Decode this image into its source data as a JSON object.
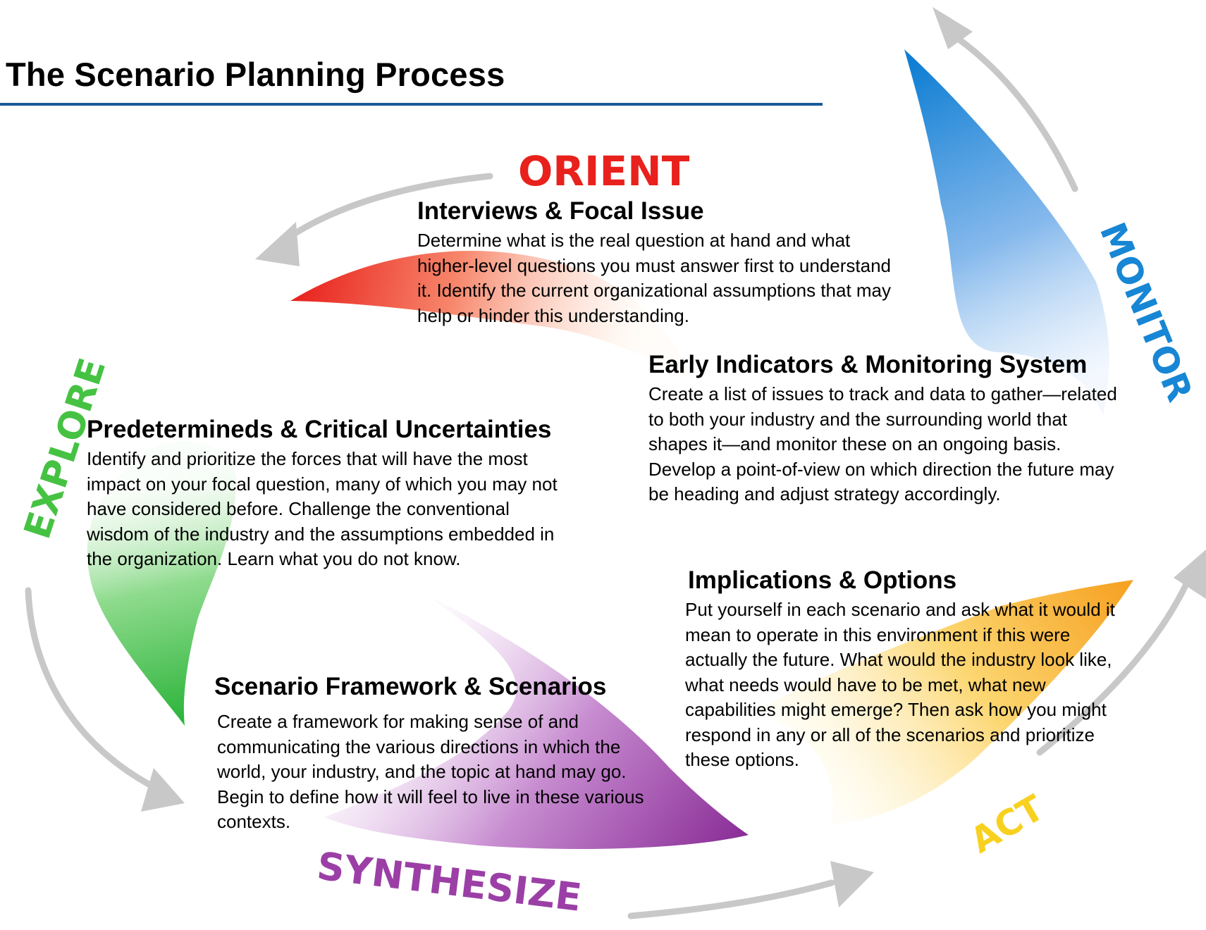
{
  "title": "The Scenario Planning Process",
  "colors": {
    "title_rule": "#1a5a9a",
    "orient": "#e8211c",
    "explore": "#46c243",
    "synthesize": "#9b3fa6",
    "act": "#f8d120",
    "monitor": "#1786d4",
    "arrow": "#c8c8c8"
  },
  "stages": {
    "orient": "ORIENT",
    "explore": "EXPLORE",
    "synthesize": "SYNTHESIZE",
    "act": "ACT",
    "monitor": "MONITOR"
  },
  "blocks": {
    "interviews": {
      "heading": "Interviews & Focal Issue",
      "body": "Determine what is the real question at hand and what higher-level questions you must answer first to understand it. Identify the current organizational assumptions that may help or hinder this understanding."
    },
    "indicators": {
      "heading": "Early Indicators & Monitoring System",
      "body": "Create a list of issues to track and data to gather—related to both your industry and the surrounding world that shapes it—and monitor these on an ongoing basis. Develop a point-of-view on which direction the future may be heading and adjust strategy accordingly."
    },
    "predetermineds": {
      "heading": "Predetermineds & Critical Uncertainties",
      "body": "Identify and prioritize the forces that will have the most impact on your focal question, many of which you may not have considered before. Challenge the conventional wisdom of the industry and the assumptions embedded in the organization. Learn what you do not know."
    },
    "implications": {
      "heading": "Implications & Options",
      "body": "Put yourself in each scenario and ask what it would it mean to operate in this environment if this were actually the future. What would the industry look like, what needs would have to be met, what new capabilities might emerge? Then ask how you might respond in any or all of the scenarios and prioritize these options."
    },
    "framework": {
      "heading": "Scenario Framework & Scenarios",
      "body": "Create a framework for making sense of and communicating the various directions in which the world, your industry, and the topic at hand may go. Begin to define how it will feel to live in these various contexts."
    }
  }
}
